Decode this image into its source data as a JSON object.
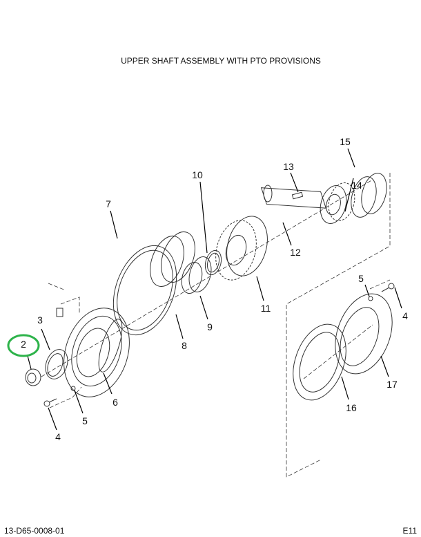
{
  "title": "UPPER SHAFT ASSEMBLY WITH PTO PROVISIONS",
  "footer": {
    "drawing_number": "13-D65-0008-01",
    "page_code": "E11"
  },
  "highlight_color": "#2db34a",
  "callouts": {
    "c2": "2",
    "c3": "3",
    "c4a": "4",
    "c5a": "5",
    "c6": "6",
    "c7": "7",
    "c8": "8",
    "c9": "9",
    "c10": "10",
    "c11": "11",
    "c12": "12",
    "c13": "13",
    "c14": "14",
    "c15": "15",
    "c4b": "4",
    "c5b": "5",
    "c16": "16",
    "c17": "17"
  }
}
